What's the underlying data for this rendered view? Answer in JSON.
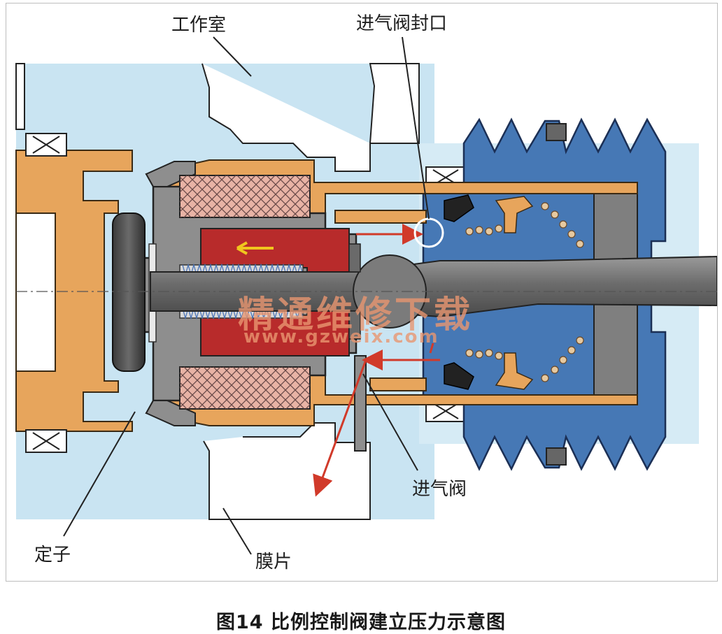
{
  "labels": {
    "working_chamber": "工作室",
    "inlet_valve_seal": "进气阀封口",
    "inlet_valve": "进气阀",
    "stator": "定子",
    "diaphragm": "膜片"
  },
  "caption": "图14 比例控制阀建立压力示意图",
  "watermark": {
    "title": "精通维修下载",
    "url": "www.gzweix.com"
  },
  "colors": {
    "chamber_blue": "#c9e4f2",
    "housing_orange": "#e7a55c",
    "gray_body": "#8e8e8e",
    "coil_pink": "#e8b3a5",
    "armature_red": "#b82b2b",
    "boot_blue": "#4678b5",
    "flow_arrow_red": "#d13a2a",
    "arrow_yellow": "#f0c61e"
  }
}
